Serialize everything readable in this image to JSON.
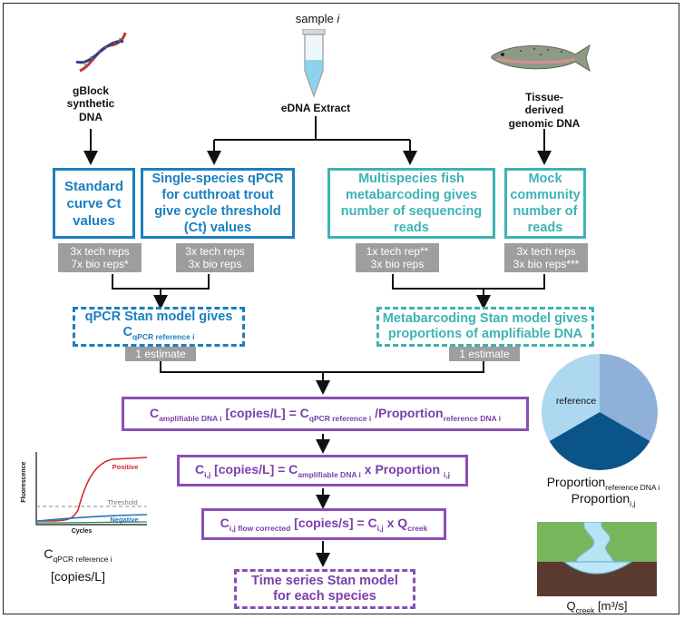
{
  "top_sources": {
    "gblock": "gBlock\nsynthetic\nDNA",
    "sample_title": "sample",
    "sample_i": "i",
    "edna": "eDNA Extract",
    "tissue": "Tissue-\nderived\ngenomic DNA"
  },
  "boxes": {
    "standard_curve": "Standard curve Ct values",
    "qpcr": "Single-species qPCR for cutthroat trout give cycle threshold (Ct) values",
    "metabarcoding": "Multispecies fish metabarcoding gives number of sequencing reads",
    "mock": "Mock community number of reads"
  },
  "reps": {
    "standard_curve": [
      "3x tech reps",
      "7x bio reps*"
    ],
    "qpcr": [
      "3x tech reps",
      "3x bio reps"
    ],
    "metabarcoding": [
      "1x tech rep**",
      "3x bio reps"
    ],
    "mock": [
      "3x tech reps",
      "3x bio reps***"
    ]
  },
  "models": {
    "qpcr_title": "qPCR Stan model gives",
    "qpcr_c": "C",
    "qpcr_sub": "qPCR reference i",
    "meta_title": "Metabarcoding Stan model gives",
    "meta_sub": "proportions of amplifiable DNA",
    "estimate_left": "1 estimate",
    "estimate_right": "1 estimate"
  },
  "equations": {
    "eq1": {
      "c": "C",
      "sub1": "amplifiable DNA i",
      "mid": " [copies/L] = C",
      "sub2": "qPCR  reference i",
      "mid2": " /Proportion",
      "sub3": "reference DNA i"
    },
    "eq2": {
      "c": "C",
      "sub1": "i,j",
      "mid": " [copies/L] = C",
      "sub2": "amplifiable DNA i",
      "mid2": " x Proportion ",
      "sub3": "i,j"
    },
    "eq3": {
      "c": "C",
      "sub1": "i,j flow corrected",
      "mid": " [copies/s] = C",
      "sub2": "i,j",
      "mid2": "  x Q",
      "sub3": "creek"
    },
    "final": "Time series Stan model for each species"
  },
  "qpcr_plot": {
    "ylabel": "Fluorescence",
    "xlabel": "Cycles",
    "positive": "Positive",
    "threshold": "Threshold",
    "negative": "Negative",
    "caption_c": "C",
    "caption_sub": "qPCR reference  i",
    "caption_units": "[copies/L]"
  },
  "pie": {
    "label": "reference",
    "caption1_main": "Proportion",
    "caption1_sub": "reference DNA i",
    "caption2_main": "Proportion",
    "caption2_sub": "i,j",
    "colors": [
      "#8fb0d8",
      "#0b5489",
      "#add8ef"
    ]
  },
  "creek": {
    "caption_q": "Q",
    "caption_sub": "creek",
    "caption_units": " [m³/s]"
  },
  "colors": {
    "blue": "#1a7fbf",
    "teal": "#3db3b5",
    "purple": "#8a4fb5",
    "gray": "#9e9e9e"
  }
}
